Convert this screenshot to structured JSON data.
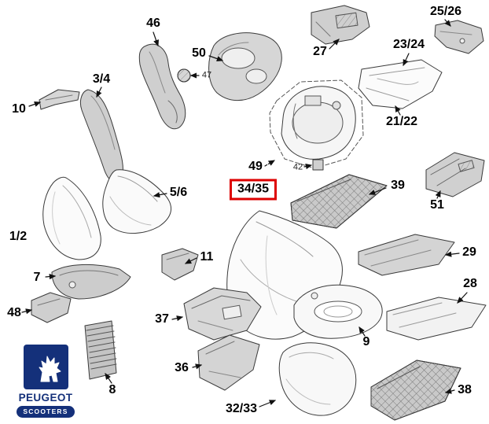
{
  "diagram": {
    "description": "Exploded parts diagram of scooter body fairing panels",
    "highlighted_part": "34/35",
    "labels": [
      {
        "text": "10"
      },
      {
        "text": "3/4"
      },
      {
        "text": "46"
      },
      {
        "text": "50"
      },
      {
        "text": "47"
      },
      {
        "text": "27"
      },
      {
        "text": "25/26"
      },
      {
        "text": "23/24"
      },
      {
        "text": "21/22"
      },
      {
        "text": "49"
      },
      {
        "text": "42"
      },
      {
        "text": "34/35",
        "highlighted": true
      },
      {
        "text": "39"
      },
      {
        "text": "51"
      },
      {
        "text": "5/6"
      },
      {
        "text": "1/2"
      },
      {
        "text": "11"
      },
      {
        "text": "29"
      },
      {
        "text": "7"
      },
      {
        "text": "48"
      },
      {
        "text": "37"
      },
      {
        "text": "28"
      },
      {
        "text": "36"
      },
      {
        "text": "9"
      },
      {
        "text": "8"
      },
      {
        "text": "32/33"
      },
      {
        "text": "38"
      }
    ]
  },
  "logo": {
    "brand": "PEUGEOT",
    "subbrand": "SCOOTERS"
  },
  "colors": {
    "highlight_red": "#dd0000",
    "logo_blue": "#14307a"
  }
}
